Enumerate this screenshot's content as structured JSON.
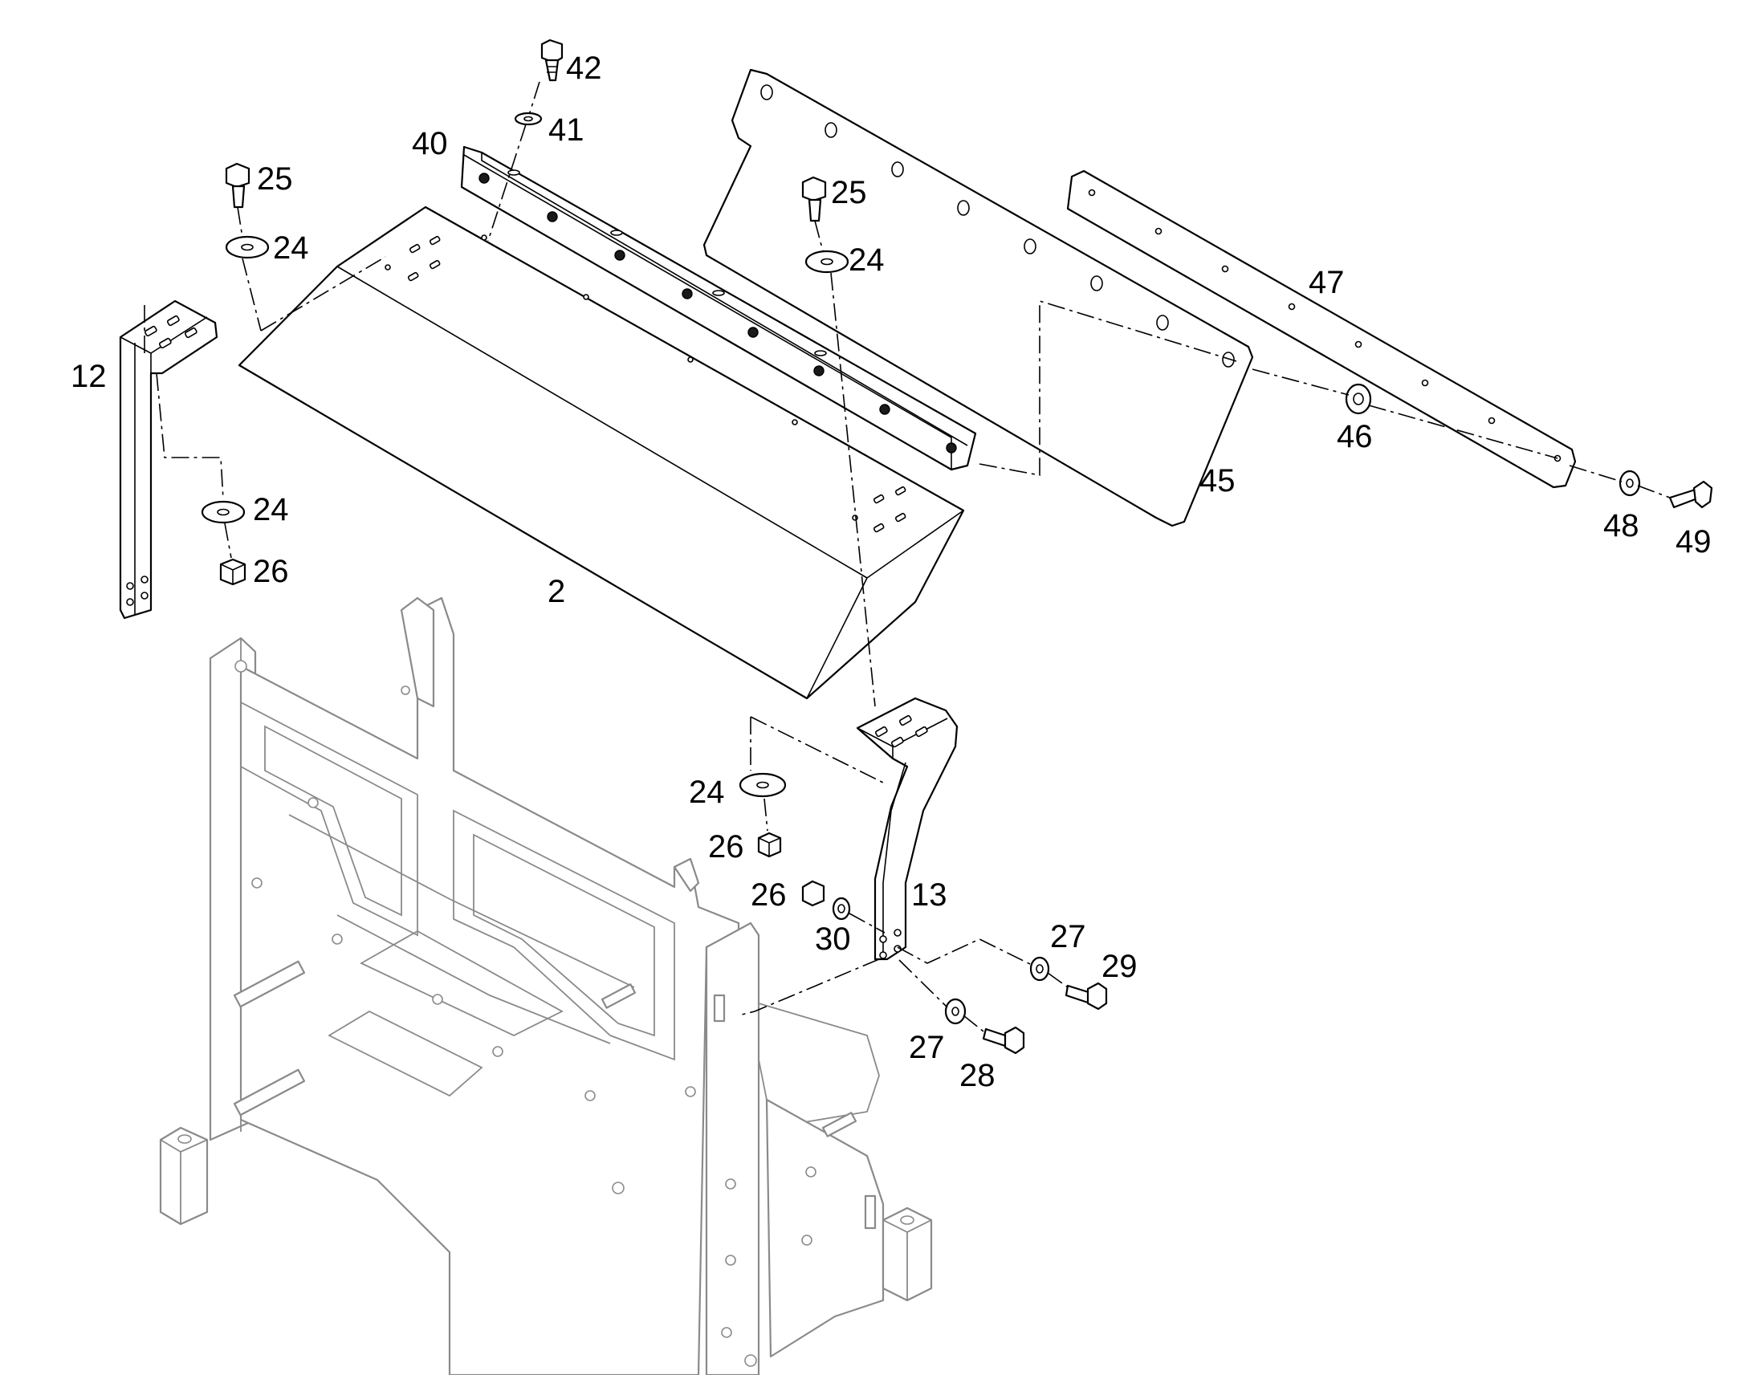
{
  "callouts": {
    "c42": "42",
    "c41": "41",
    "c40": "40",
    "c25a": "25",
    "c24a": "24",
    "c25b": "25",
    "c24b": "24",
    "c47": "47",
    "c12": "12",
    "c24c": "24",
    "c26a": "26",
    "c46": "46",
    "c45": "45",
    "c48": "48",
    "c49": "49",
    "c2": "2",
    "c24d": "24",
    "c26b": "26",
    "c26c": "26",
    "c13": "13",
    "c30": "30",
    "c27a": "27",
    "c29": "29",
    "c27b": "27",
    "c28": "28"
  }
}
